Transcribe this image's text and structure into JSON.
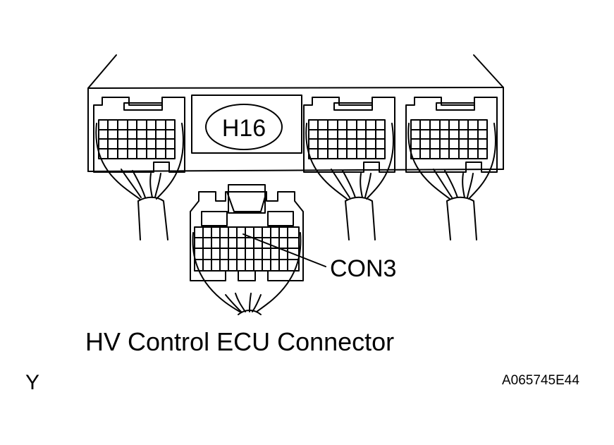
{
  "diagram": {
    "h16_label": "H16",
    "con3_label": "CON3",
    "caption": "HV Control ECU Connector",
    "corner_mark": "Y",
    "figure_code": "A065745E44"
  }
}
